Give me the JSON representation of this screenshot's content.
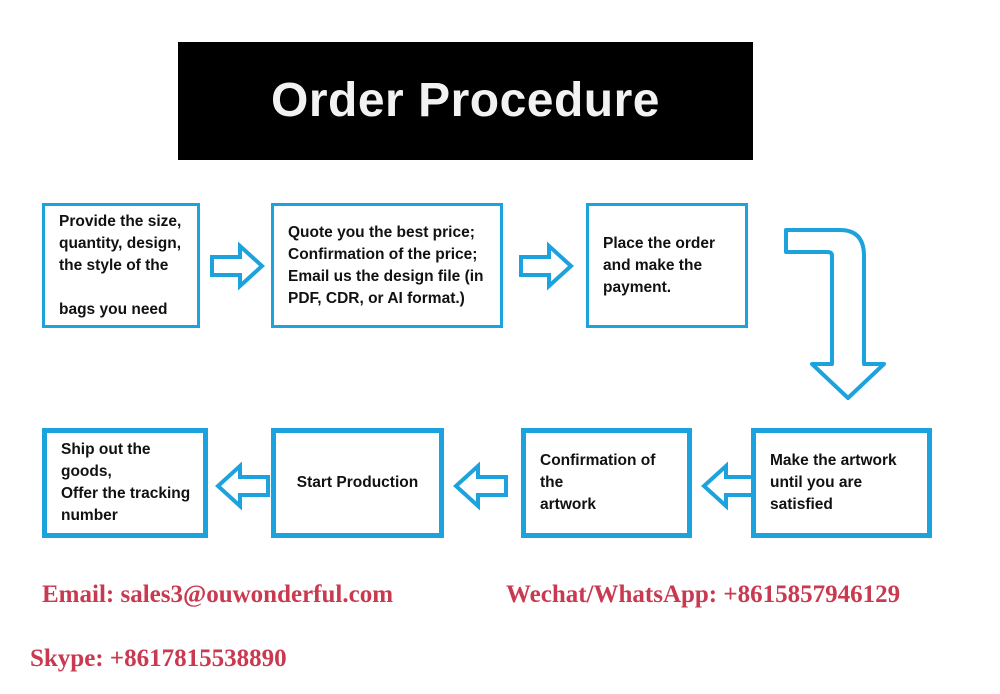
{
  "page": {
    "title": "Order Procedure",
    "background_color": "#ffffff"
  },
  "colors": {
    "banner_background": "#000000",
    "banner_text": "#f2f2f2",
    "box_border": "#1CA2DC",
    "arrow_stroke": "#1CA2DC",
    "box_text": "#111111",
    "contact_text": "#C9394F"
  },
  "banner": {
    "label": "Order Procedure"
  },
  "flow": {
    "row_top": [
      {
        "id": "step-1",
        "name": "provide-requirements-box",
        "text": "Provide the size,\nquantity, design,\nthe style of the\n\nbags you need",
        "align": "left"
      },
      {
        "id": "step-2",
        "name": "quote-and-design-box",
        "text": "Quote you the best price;\nConfirmation of the price;\nEmail us the design file (in\nPDF, CDR, or AI format.)",
        "align": "left"
      },
      {
        "id": "step-3",
        "name": "place-order-box",
        "text": "Place the order\nand make the\npayment.",
        "align": "left"
      }
    ],
    "row_bottom": [
      {
        "id": "step-7",
        "name": "ship-goods-box",
        "text": "Ship out the goods,\nOffer the tracking\nnumber",
        "align": "left"
      },
      {
        "id": "step-6",
        "name": "start-production-box",
        "text": "Start Production",
        "align": "center"
      },
      {
        "id": "step-5",
        "name": "confirm-artwork-box",
        "text": "Confirmation of the\nartwork",
        "align": "left"
      },
      {
        "id": "step-4",
        "name": "make-artwork-box",
        "text": "Make the artwork\nuntil you are satisfied",
        "align": "left"
      }
    ],
    "connectors": [
      {
        "name": "arrow-step1-to-step2",
        "direction": "right"
      },
      {
        "name": "arrow-step2-to-step3",
        "direction": "right"
      },
      {
        "name": "arrow-step3-to-step4",
        "direction": "elbow-down"
      },
      {
        "name": "arrow-step4-to-step5",
        "direction": "left"
      },
      {
        "name": "arrow-step5-to-step6",
        "direction": "left"
      },
      {
        "name": "arrow-step6-to-step7",
        "direction": "left"
      }
    ]
  },
  "contacts": [
    {
      "name": "email-contact",
      "text": "Email: sales3@ouwonderful.com"
    },
    {
      "name": "wechat-contact",
      "text": "Wechat/WhatsApp: +8615857946129"
    },
    {
      "name": "skype-contact",
      "text": "Skype: +8617815538890"
    }
  ]
}
